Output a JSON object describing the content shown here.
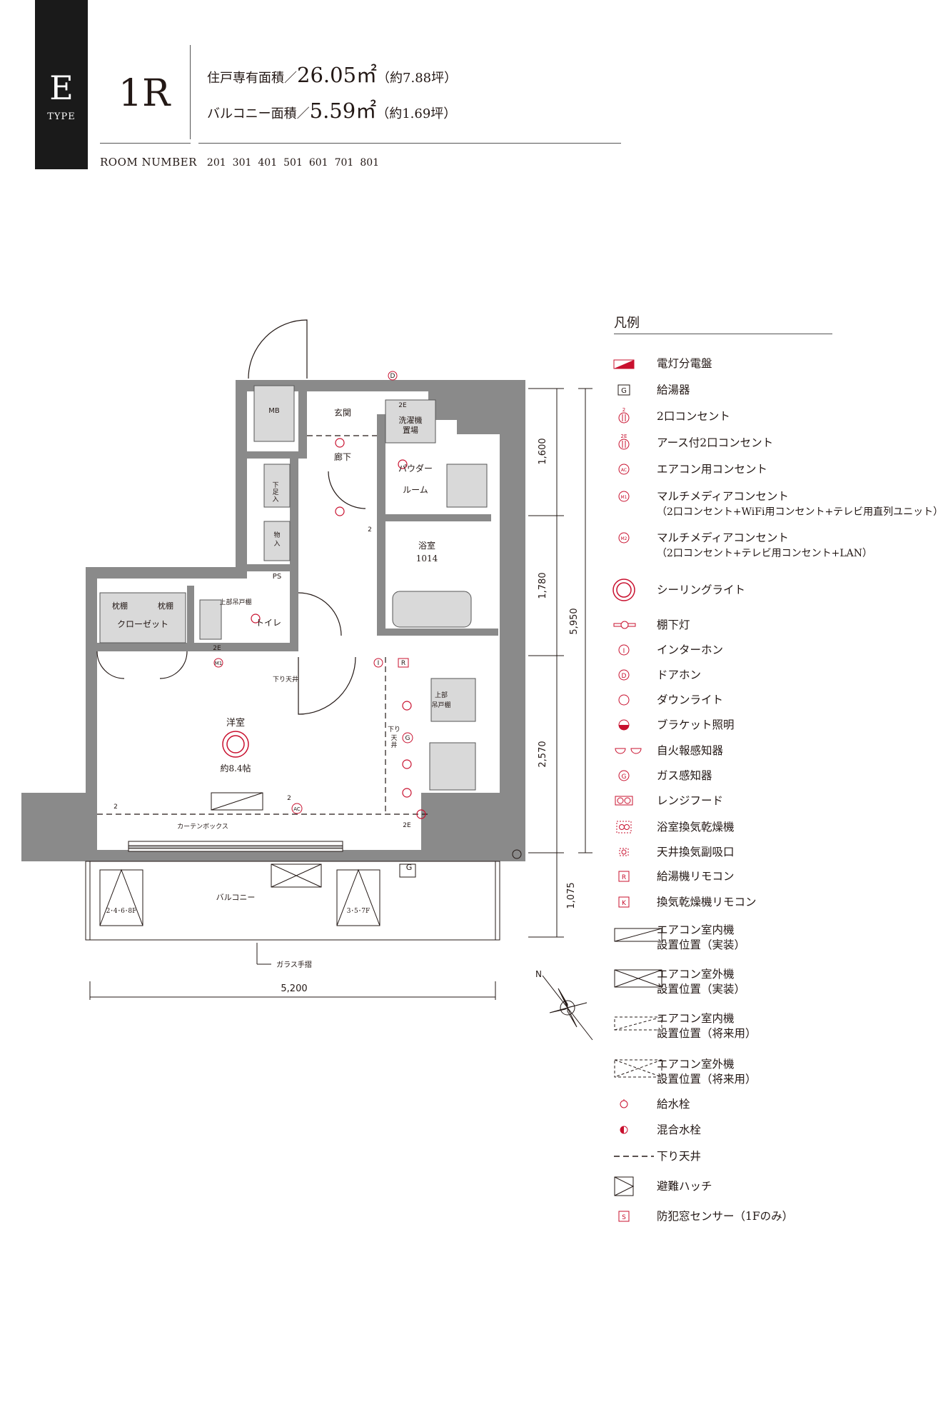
{
  "header": {
    "type_letter": "E",
    "type_word": "TYPE",
    "layout": "1R",
    "unit_area_label": "住戸専有面積／",
    "unit_area_value": "26.05㎡",
    "unit_area_tsubo": "（約7.88坪）",
    "balcony_area_label": "バルコニー面積／",
    "balcony_area_value": "5.59㎡",
    "balcony_area_tsubo": "（約1.69坪）",
    "room_number_label": "ROOM NUMBER",
    "room_numbers": [
      "201",
      "301",
      "401",
      "501",
      "601",
      "701",
      "801"
    ]
  },
  "plan": {
    "rooms": {
      "entrance": "玄関",
      "hallway": "廊下",
      "washer_1": "洗濯機",
      "washer_2": "置場",
      "powder_1": "パウダー",
      "powder_2": "ルーム",
      "bath_1": "浴室",
      "bath_2": "1014",
      "toilet": "トイレ",
      "western_room": "洋室",
      "western_room_size": "約8.4帖",
      "closet": "クローゼット",
      "pillow_shelf_1": "枕棚",
      "pillow_shelf_2": "枕棚",
      "upper_cabinet_toilet": "上部吊戸棚",
      "upper_cabinet_kitchen_1": "上部",
      "upper_cabinet_kitchen_2": "吊戸棚",
      "mb": "MB",
      "ps": "PS",
      "shoe_box_1": "下",
      "shoe_box_2": "足",
      "shoe_box_3": "入",
      "storage_1": "物",
      "storage_2": "入",
      "lowered_ceiling_1": "下り天井",
      "lowered_ceiling_2_a": "下り",
      "lowered_ceiling_2_b": "天",
      "lowered_ceiling_2_c": "井",
      "curtain_box": "カーテンボックス",
      "balcony": "バルコニー",
      "glass_railing": "ガラス手摺",
      "hatch_floors_left": "2･4･6･8F",
      "hatch_floors_right": "3･5･7F"
    },
    "symbols": {
      "outlet_2": "2",
      "outlet_2e": "2E",
      "doorphone": "D",
      "intercom": "I",
      "remote_r": "R",
      "gas": "G",
      "water_heater": "G",
      "ac": "AC",
      "multimedia": "M1"
    },
    "dimensions": {
      "d1": "1,600",
      "d2": "1,780",
      "d3": "2,570",
      "d4": "1,075",
      "total_depth": "5,950",
      "width": "5,200"
    },
    "compass": "N"
  },
  "legend": {
    "title": "凡例",
    "items": [
      {
        "icon": "panel-board-icon",
        "label": "電灯分電盤"
      },
      {
        "icon": "water-heater-icon",
        "label": "給湯器"
      },
      {
        "icon": "outlet-2-icon",
        "label": "2口コンセント"
      },
      {
        "icon": "outlet-2-ground-icon",
        "label": "アース付2口コンセント"
      },
      {
        "icon": "ac-outlet-icon",
        "label": "エアコン用コンセント"
      },
      {
        "icon": "multimedia-outlet-1-icon",
        "label": "マルチメディアコンセント",
        "sub": "（2口コンセント+WiFi用コンセント+テレビ用直列ユニット）"
      },
      {
        "icon": "multimedia-outlet-2-icon",
        "label": "マルチメディアコンセント",
        "sub": "（2口コンセント+テレビ用コンセント+LAN）"
      },
      {
        "icon": "ceiling-light-icon",
        "label": "シーリングライト"
      },
      {
        "icon": "under-shelf-light-icon",
        "label": "棚下灯"
      },
      {
        "icon": "intercom-icon",
        "label": "インターホン"
      },
      {
        "icon": "doorphone-icon",
        "label": "ドアホン"
      },
      {
        "icon": "downlight-icon",
        "label": "ダウンライト"
      },
      {
        "icon": "bracket-light-icon",
        "label": "ブラケット照明"
      },
      {
        "icon": "fire-alarm-icon",
        "label": "自火報感知器"
      },
      {
        "icon": "gas-detector-icon",
        "label": "ガス感知器"
      },
      {
        "icon": "range-hood-icon",
        "label": "レンジフード"
      },
      {
        "icon": "bath-dryer-icon",
        "label": "浴室換気乾燥機"
      },
      {
        "icon": "ceiling-vent-icon",
        "label": "天井換気副吸口"
      },
      {
        "icon": "heater-remote-icon",
        "label": "給湯機リモコン"
      },
      {
        "icon": "dryer-remote-icon",
        "label": "換気乾燥機リモコン"
      },
      {
        "icon": "ac-indoor-actual-icon",
        "label": "エアコン室内機",
        "sub": "設置位置（実装）"
      },
      {
        "icon": "ac-outdoor-actual-icon",
        "label": "エアコン室外機",
        "sub": "設置位置（実装）"
      },
      {
        "icon": "ac-indoor-future-icon",
        "label": "エアコン室内機",
        "sub": "設置位置（将来用）"
      },
      {
        "icon": "ac-outdoor-future-icon",
        "label": "エアコン室外機",
        "sub": "設置位置（将来用）"
      },
      {
        "icon": "water-tap-icon",
        "label": "給水栓"
      },
      {
        "icon": "mixing-tap-icon",
        "label": "混合水栓"
      },
      {
        "icon": "lowered-ceiling-icon",
        "label": "下り天井"
      },
      {
        "icon": "escape-hatch-icon",
        "label": "避難ハッチ"
      },
      {
        "icon": "security-sensor-icon",
        "label": "防犯窓センサー（1Fのみ）"
      }
    ],
    "symbol_letters": {
      "water_heater": "G",
      "outlet_2": "2",
      "outlet_2e": "2E",
      "ac": "AC",
      "m1": "M1",
      "m2": "M2",
      "intercom": "I",
      "doorphone": "D",
      "gas": "G",
      "remote_r": "R",
      "remote_k": "K",
      "sensor": "S"
    }
  },
  "colors": {
    "wall": "#8a8a8a",
    "fixture_fill": "#d9d9d9",
    "accent": "#c8102e",
    "text": "#231815",
    "badge": "#1a1a1a"
  }
}
